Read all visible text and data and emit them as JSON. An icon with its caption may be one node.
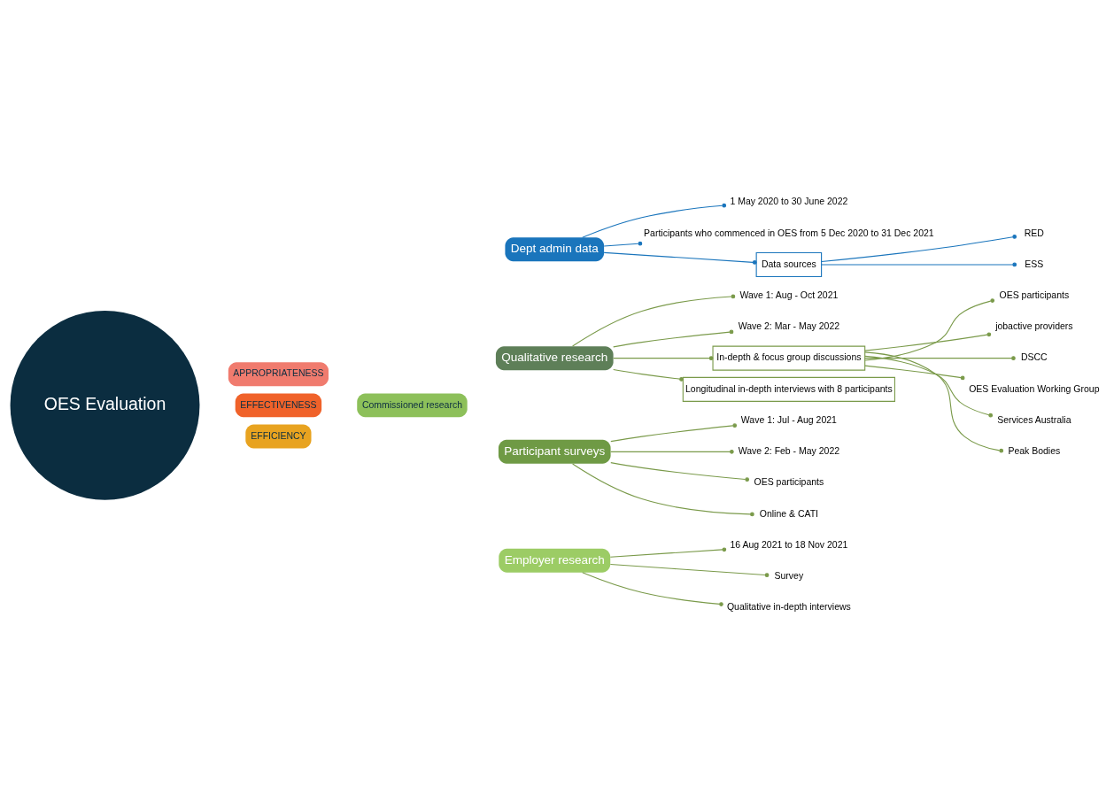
{
  "diagram": {
    "nodes": [
      {
        "text": [
          "OES Evaluation"
        ]
      },
      {
        "text": [
          "APPROPRIATENESS"
        ]
      },
      {
        "text": [
          "EFFECTIVENESS"
        ]
      },
      {
        "text": [
          "EFFICIENCY"
        ]
      },
      {
        "text": [
          "Commissioned research"
        ]
      },
      {
        "text": [
          "Dept admin data"
        ]
      },
      {
        "text": [
          "Qualitative research"
        ]
      },
      {
        "text": [
          "Participant surveys"
        ]
      },
      {
        "text": [
          "Employer research"
        ]
      },
      {
        "text": [
          "1 May 2020 to 30 June 2022"
        ]
      },
      {
        "text": [
          "Participants who commenced in OES from 5 Dec 2020 to 31 Dec 2021"
        ]
      },
      {
        "text": [
          "Data sources"
        ]
      },
      {
        "text": [
          "RED"
        ]
      },
      {
        "text": [
          "ESS"
        ]
      },
      {
        "text": [
          "Wave 1: Aug - Oct 2021"
        ]
      },
      {
        "text": [
          "Wave 2: Mar - May 2022"
        ]
      },
      {
        "text": [
          "In-depth & focus group discussions"
        ]
      },
      {
        "text": [
          "Longitudinal in-depth interviews with 8 participants"
        ]
      },
      {
        "text": [
          "OES participants"
        ]
      },
      {
        "text": [
          "jobactive providers"
        ]
      },
      {
        "text": [
          "DSCC"
        ]
      },
      {
        "text": [
          "OES Evaluation Working Group"
        ]
      },
      {
        "text": [
          "Services Australia"
        ]
      },
      {
        "text": [
          "Peak Bodies"
        ]
      },
      {
        "text": [
          "Wave 1: Jul - Aug 2021"
        ]
      },
      {
        "text": [
          "Wave 2: Feb - May 2022"
        ]
      },
      {
        "text": [
          "OES participants"
        ]
      },
      {
        "text": [
          "Online & CATI"
        ]
      },
      {
        "text": [
          "16 Aug 2021 to 18 Nov 2021"
        ]
      },
      {
        "text": [
          "Survey"
        ]
      },
      {
        "text": [
          "Qualitative in-depth interviews"
        ]
      }
    ],
    "edges": [
      {
        "from": 5,
        "to": 9,
        "arrow": "other",
        "color": "#1a75bc"
      },
      {
        "from": 5,
        "to": 10,
        "arrow": "other",
        "color": "#1a75bc"
      },
      {
        "from": 5,
        "to": 11,
        "arrow": "other",
        "color": "#1a75bc"
      },
      {
        "from": 11,
        "to": 12,
        "arrow": "other",
        "color": "#1a75bc"
      },
      {
        "from": 11,
        "to": 13,
        "arrow": "other",
        "color": "#1a75bc"
      },
      {
        "from": 6,
        "to": 14,
        "arrow": "other"
      },
      {
        "from": 6,
        "to": 15,
        "arrow": "other"
      },
      {
        "from": 6,
        "to": 16,
        "arrow": "other"
      },
      {
        "from": 6,
        "to": 17,
        "arrow": "other"
      },
      {
        "from": 16,
        "to": 18,
        "arrow": "other"
      },
      {
        "from": 16,
        "to": 19,
        "arrow": "other"
      },
      {
        "from": 16,
        "to": 20,
        "arrow": "other"
      },
      {
        "from": 16,
        "to": 21,
        "arrow": "other"
      },
      {
        "from": 16,
        "to": 22,
        "arrow": "other"
      },
      {
        "from": 16,
        "to": 23,
        "arrow": "other"
      },
      {
        "from": 7,
        "to": 24,
        "arrow": "other"
      },
      {
        "from": 7,
        "to": 25,
        "arrow": "other"
      },
      {
        "from": 7,
        "to": 26,
        "arrow": "other"
      },
      {
        "from": 7,
        "to": 27,
        "arrow": "other"
      },
      {
        "from": 8,
        "to": 28,
        "arrow": "other"
      },
      {
        "from": 8,
        "to": 29,
        "arrow": "other"
      },
      {
        "from": 8,
        "to": 30,
        "arrow": "other"
      }
    ]
  }
}
